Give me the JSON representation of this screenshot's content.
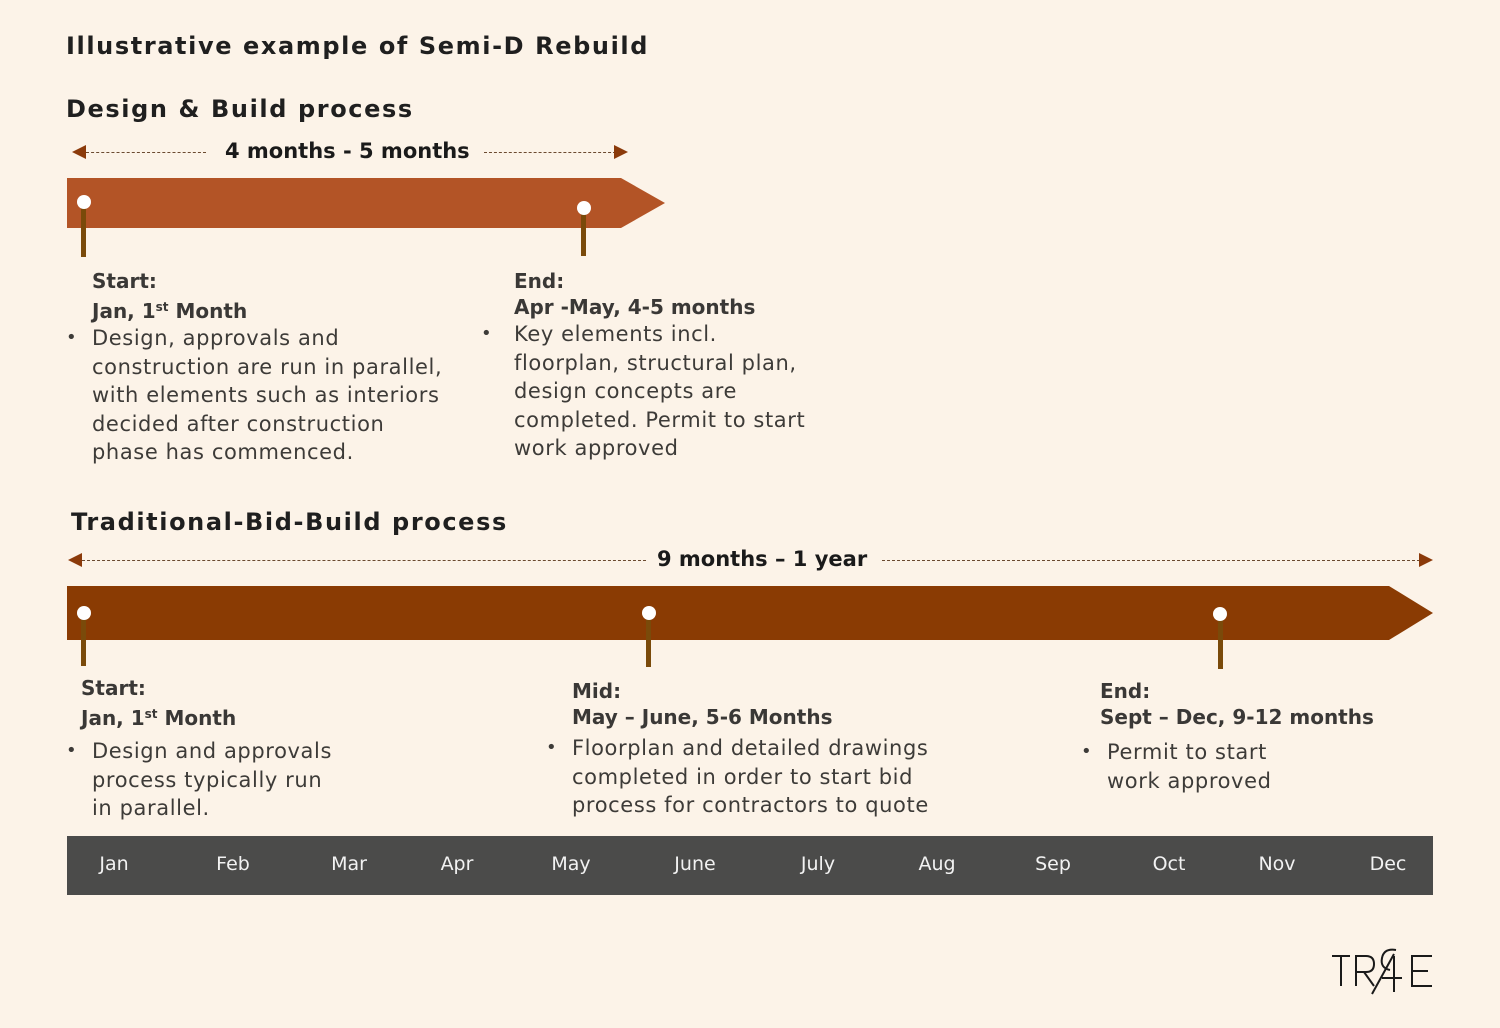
{
  "title": "Illustrative example of Semi-D Rebuild",
  "colors": {
    "background": "#fcf3e8",
    "design_build_bar": "#b35426",
    "traditional_bar": "#8a3b03",
    "pin_stem": "#7a4a0a",
    "months_bar": "#4b4b4a",
    "arrow": "#8b3a0a"
  },
  "design_build": {
    "title": "Design & Build process",
    "duration": "4 months - 5 months",
    "start": {
      "label": "Start:",
      "when_prefix": "Jan, 1",
      "when_sup": "st",
      "when_suffix": " Month",
      "bullet": "Design, approvals and construction are run in parallel, with elements such as interiors decided after construction phase has commenced.",
      "lines": [
        "Design, approvals and",
        "construction are run in parallel,",
        "with elements such as interiors",
        "decided after construction",
        "phase has commenced."
      ]
    },
    "end": {
      "label": "End:",
      "when": "Apr -May, 4-5 months",
      "bullet": "Key elements incl. floorplan, structural plan, design concepts are completed. Permit to start work approved",
      "lines": [
        "Key elements incl.",
        "floorplan, structural plan,",
        "design concepts are",
        "completed. Permit to start",
        "work approved"
      ]
    }
  },
  "traditional": {
    "title": "Traditional-Bid-Build process",
    "duration": "9 months – 1 year",
    "start": {
      "label": "Start:",
      "when_prefix": "Jan, 1",
      "when_sup": "st",
      "when_suffix": " Month",
      "lines": [
        "Design and approvals",
        "process typically run",
        "in parallel."
      ]
    },
    "mid": {
      "label": "Mid:",
      "when": "May – June, 5-6 Months",
      "lines": [
        "Floorplan and detailed drawings",
        "completed in order to start bid",
        "process for contractors to quote"
      ]
    },
    "end": {
      "label": "End:",
      "when": "Sept – Dec, 9-12 months",
      "lines": [
        "Permit to start",
        "work approved"
      ]
    }
  },
  "months": [
    "Jan",
    "Feb",
    "Mar",
    "Apr",
    "May",
    "June",
    "July",
    "Aug",
    "Sep",
    "Oct",
    "Nov",
    "Dec"
  ],
  "bullet_glyph": "•",
  "logo": "TR4E"
}
